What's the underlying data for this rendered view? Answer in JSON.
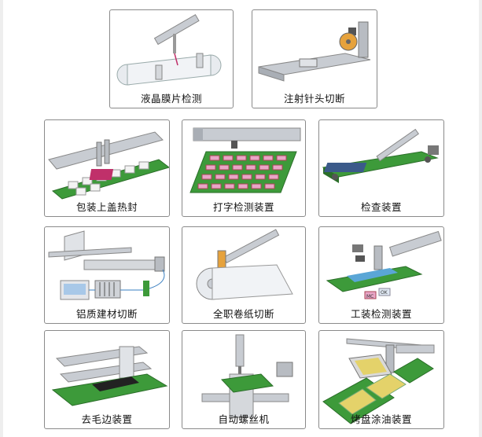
{
  "applications": [
    {
      "id": "lcd",
      "label": "液晶膜片检测"
    },
    {
      "id": "needle",
      "label": "注射针头切断"
    },
    {
      "id": "package",
      "label": "包装上盖热封"
    },
    {
      "id": "print",
      "label": "打字检测装置"
    },
    {
      "id": "inspect",
      "label": "检查装置"
    },
    {
      "id": "aluminum",
      "label": "铝质建材切断"
    },
    {
      "id": "paper",
      "label": "全职卷纸切断"
    },
    {
      "id": "workpiece",
      "label": "工装检测装置"
    },
    {
      "id": "deburr",
      "label": "去毛边装置"
    },
    {
      "id": "screw",
      "label": "自动螺丝机"
    },
    {
      "id": "oil",
      "label": "烤盘涂油装置"
    }
  ],
  "marks": {
    "mc": "MC",
    "ok": "OK"
  },
  "colors": {
    "pcb": "#3d9a3a",
    "rail": "#c8ccd2",
    "frame": "#8a8a8a",
    "accent": "#c0306a",
    "tray": "#e4d26a"
  }
}
